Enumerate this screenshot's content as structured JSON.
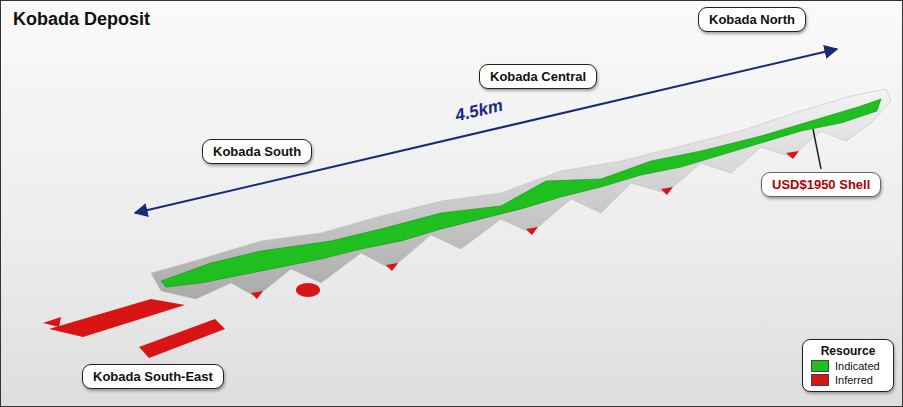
{
  "diagram": {
    "title": "Kobada Deposit",
    "nodes": [
      {
        "text": [
          "Kobada North"
        ]
      },
      {
        "text": [
          "Kobada Central"
        ]
      },
      {
        "text": [
          "Kobada South"
        ]
      },
      {
        "text": [
          "USD$1950 Shell"
        ]
      },
      {
        "text": [
          "Kobada South-East"
        ]
      }
    ],
    "labels": [
      "4.5km",
      "Resource"
    ],
    "legend": [
      {
        "text": "Indicated",
        "color": "#1fbf1f"
      },
      {
        "text": "Inferred",
        "color": "#d81414"
      }
    ]
  }
}
